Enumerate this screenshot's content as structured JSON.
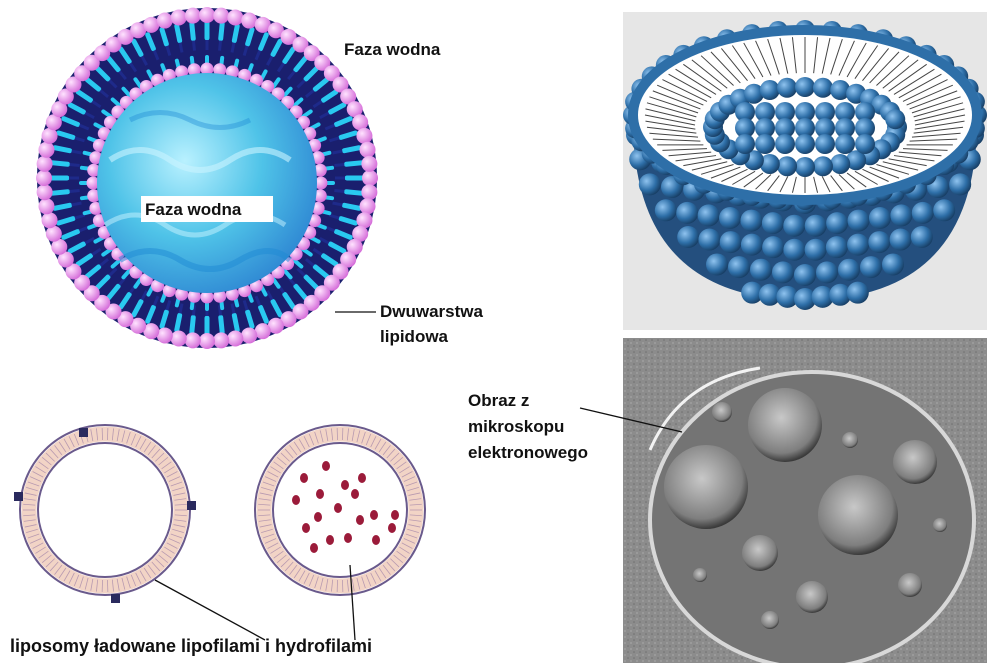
{
  "labels": {
    "outer_phase": "Faza wodna",
    "inner_phase": "Faza wodna",
    "bilayer_line1": "Dwuwarstwa",
    "bilayer_line2": "lipidowa",
    "micrograph_line1": "Obraz z",
    "micrograph_line2": "mikroskopu",
    "micrograph_line3": "elektronowego",
    "caption": "liposomy ładowane lipofilami i hydrofilami"
  },
  "colors": {
    "outer_head": "#ee8ff0",
    "inner_head": "#f6a8f0",
    "tail_dark": "#1e2a8a",
    "tail_cyan": "#29c9f0",
    "core_water": "#4fc3e8",
    "sphere_blue": "#2e6fa8",
    "hydrophilic_dot": "#9b1b3a",
    "lipophilic_square": "#2a2a5e",
    "ring_fill": "#f3d9cc",
    "micrograph_bg": "#9a9a9a"
  },
  "icons": [
    "liposome-cross-section-icon",
    "liposome-3d-hemisphere-icon",
    "electron-micrograph-icon",
    "lipophilic-liposome-icon",
    "hydrophilic-liposome-icon"
  ]
}
